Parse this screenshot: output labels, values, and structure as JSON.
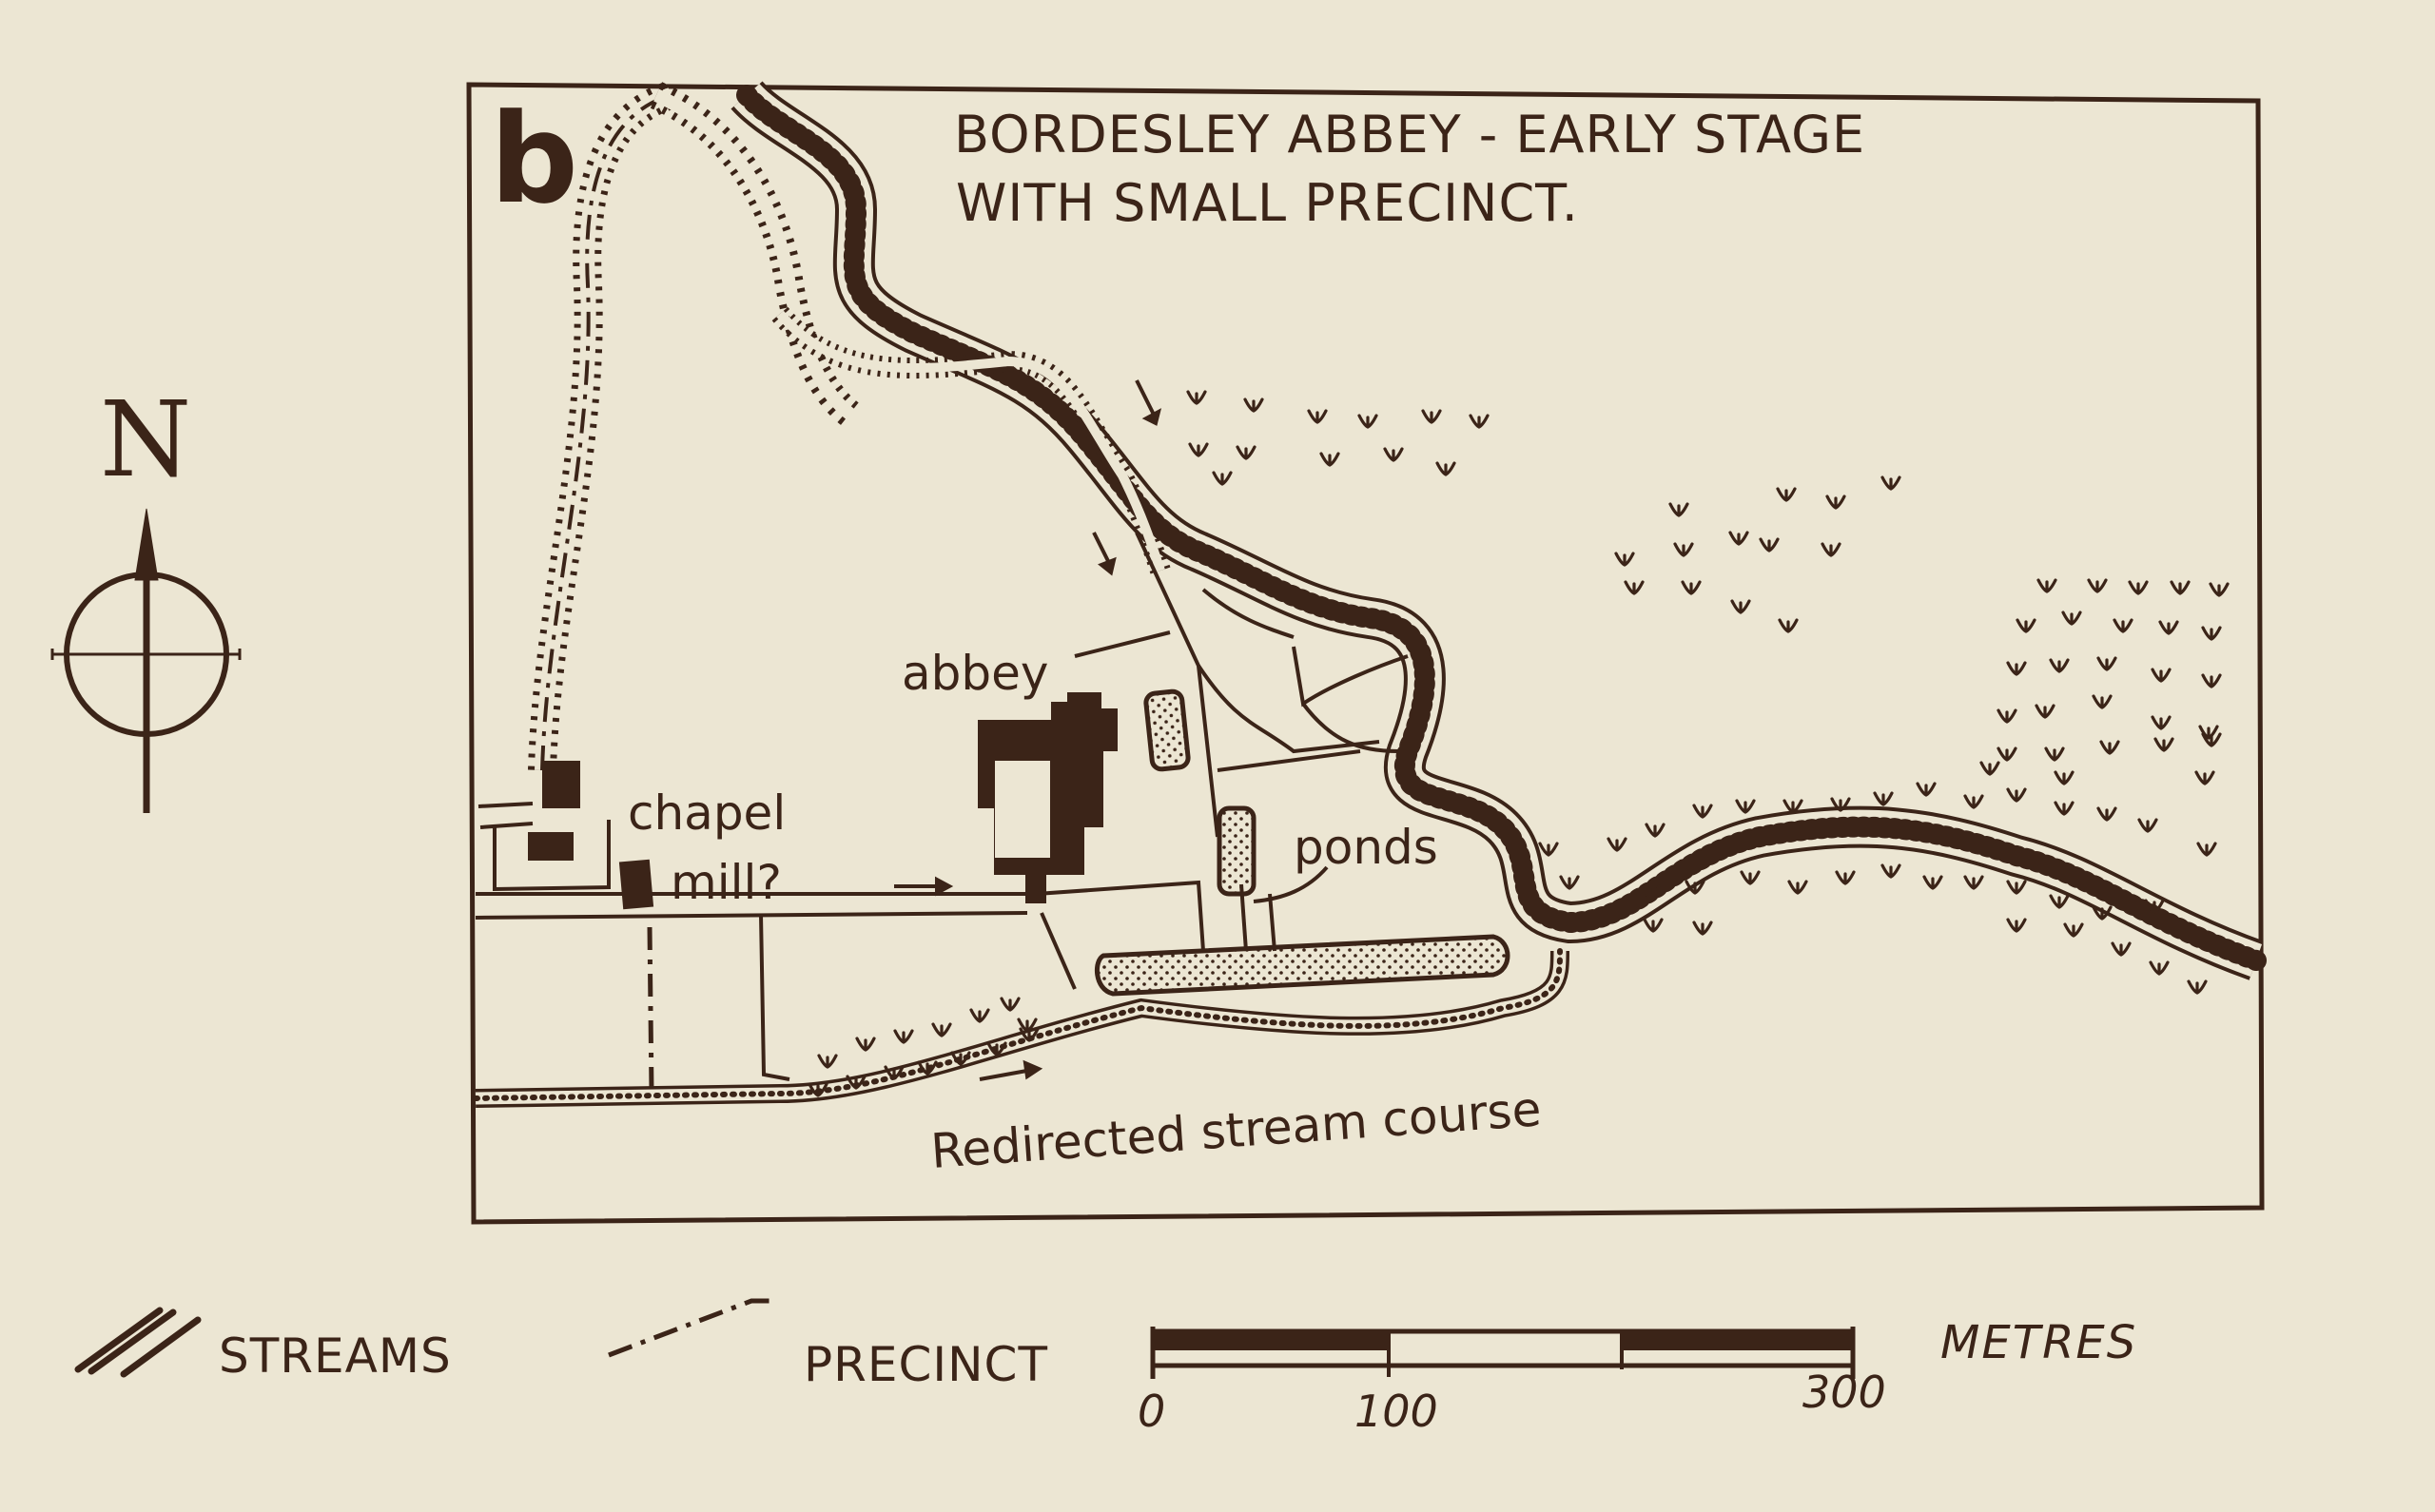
{
  "map": {
    "panel_letter": "b",
    "title_line1": "BORDESLEY ABBEY - EARLY STAGE",
    "title_line2": "WITH SMALL PRECINCT.",
    "north_label": "N",
    "labels": {
      "abbey": "abbey",
      "chapel": "chapel",
      "mill": "mill?",
      "ponds": "ponds",
      "redirected_stream": "Redirected stream course"
    },
    "compass_icon": "compass-rose-icon",
    "marsh_icon": "marsh-tuft-icon"
  },
  "legend": {
    "streams": "STREAMS",
    "precinct": "PRECINCT",
    "units": "METRES",
    "scale_ticks": [
      "0",
      "100",
      "300"
    ]
  },
  "colors": {
    "paper": "#ece6d3",
    "ink": "#3b2418"
  }
}
